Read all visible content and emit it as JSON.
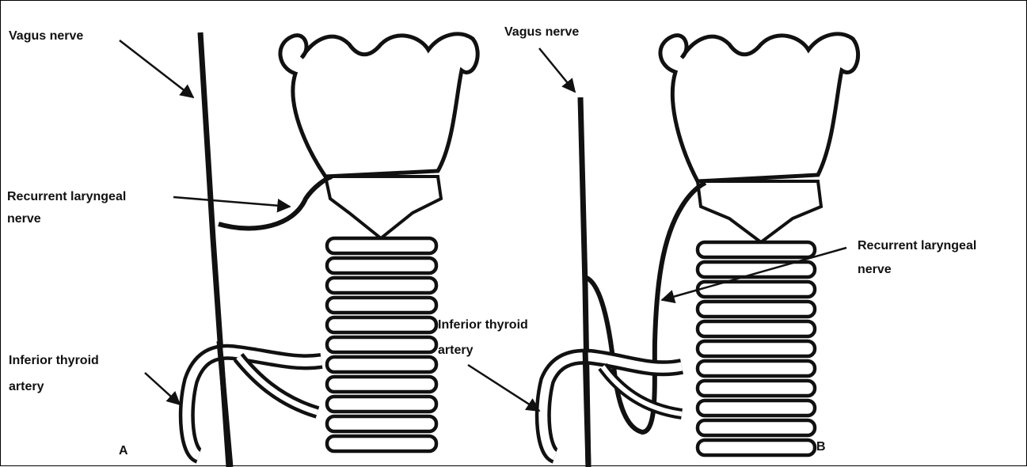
{
  "panel_a": {
    "letter": "A",
    "labels": {
      "vagus": "Vagus nerve",
      "recurrent_line1": "Recurrent laryngeal",
      "recurrent_line2": "nerve",
      "artery_line1": "Inferior thyroid",
      "artery_line2": "artery"
    }
  },
  "panel_b": {
    "letter": "B",
    "labels": {
      "vagus": "Vagus nerve",
      "recurrent_line1": "Recurrent laryngeal",
      "recurrent_line2": "nerve",
      "artery_line1": "Inferior thyroid",
      "artery_line2": "artery"
    }
  },
  "colors": {
    "ink": "#111111",
    "background": "#ffffff"
  }
}
